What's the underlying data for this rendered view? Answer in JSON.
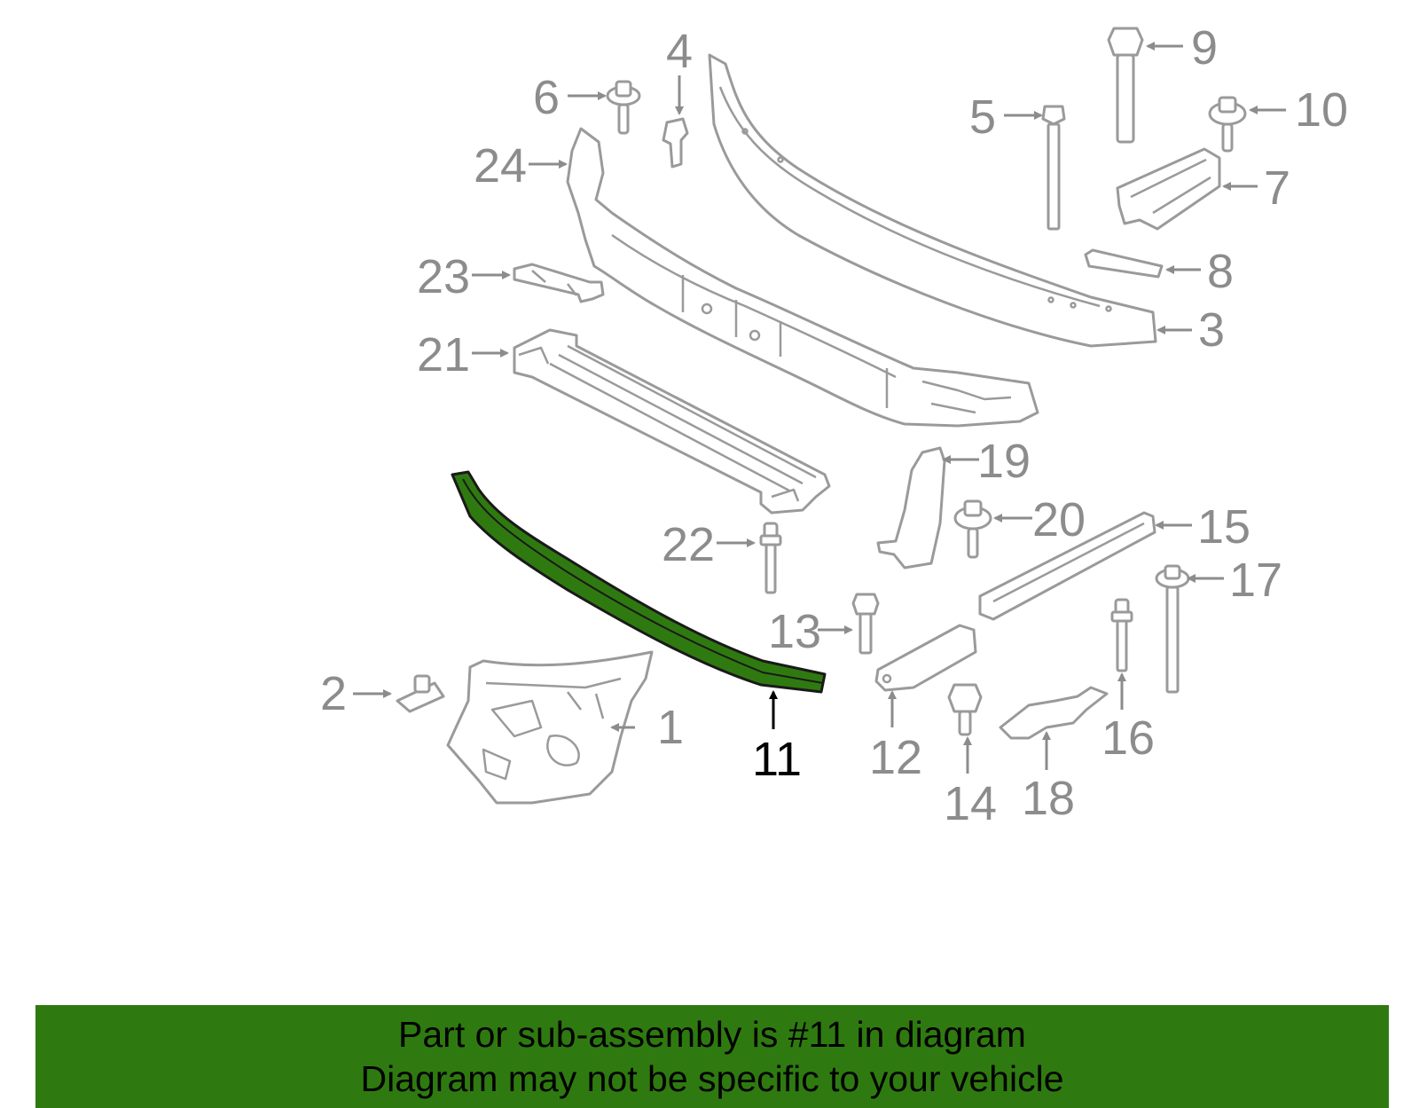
{
  "colors": {
    "part_outline": "#9a9a9a",
    "label_text": "#8c8c8c",
    "highlight_fill": "#2f7a10",
    "highlight_label": "#000000",
    "banner_background": "#2f7a10",
    "banner_text": "#000000"
  },
  "diagram": {
    "highlighted_part": "11",
    "callouts": {
      "c1": "1",
      "c2": "2",
      "c3": "3",
      "c4": "4",
      "c5": "5",
      "c6": "6",
      "c7": "7",
      "c8": "8",
      "c9": "9",
      "c10": "10",
      "c11": "11",
      "c12": "12",
      "c13": "13",
      "c14": "14",
      "c15": "15",
      "c16": "16",
      "c17": "17",
      "c18": "18",
      "c19": "19",
      "c20": "20",
      "c21": "21",
      "c22": "22",
      "c23": "23",
      "c24": "24"
    }
  },
  "banner": {
    "line1": "Part or sub-assembly is #11 in diagram",
    "line2": "Diagram may not be specific to your vehicle"
  }
}
